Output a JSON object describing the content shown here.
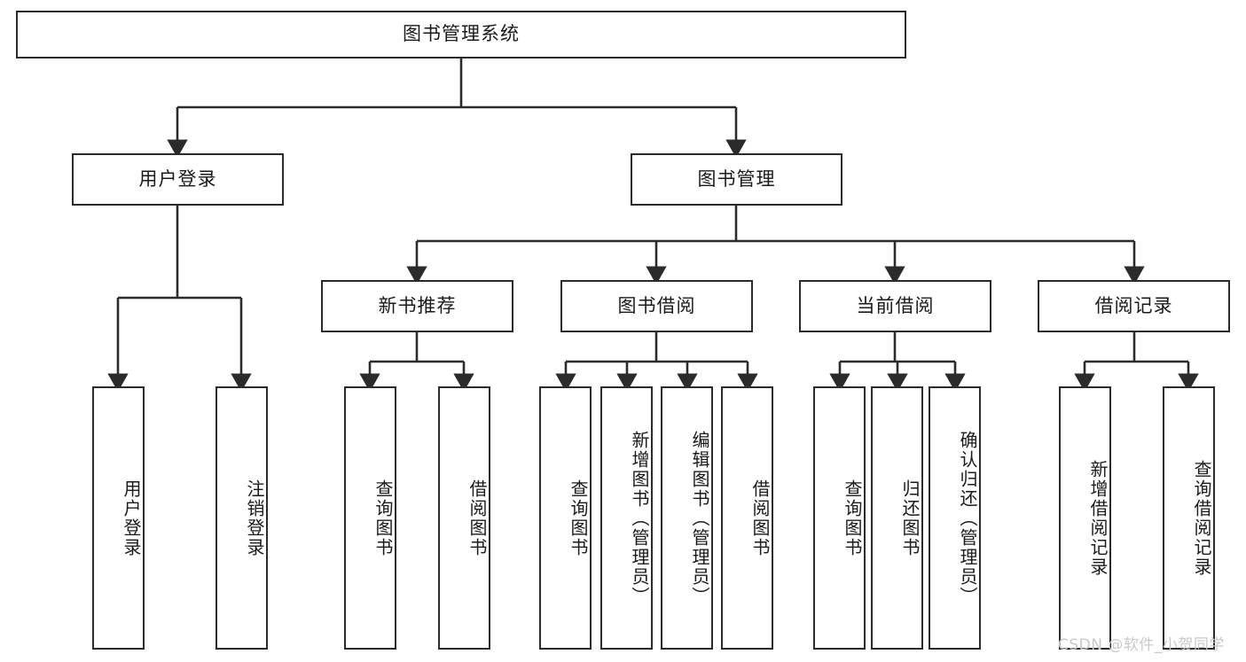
{
  "diagram": {
    "title": "图书管理系统",
    "watermark": "CSDN @软件_小贺同学",
    "line_color": "#2b2b2b",
    "box_fill": "#ffffff",
    "text_color": "#1a1a1a",
    "watermark_color": "#c9c9c9",
    "root": {
      "label": "图书管理系统"
    },
    "level2": [
      {
        "label": "用户登录"
      },
      {
        "label": "图书管理"
      }
    ],
    "level3": [
      {
        "label": "新书推荐"
      },
      {
        "label": "图书借阅"
      },
      {
        "label": "当前借阅"
      },
      {
        "label": "借阅记录"
      }
    ],
    "leaves": {
      "user_login": [
        {
          "label": "用户登录"
        },
        {
          "label": "注销登录"
        }
      ],
      "new_book_recommend": [
        {
          "label": "查询图书"
        },
        {
          "label": "借阅图书"
        }
      ],
      "book_borrow": [
        {
          "label": "查询图书"
        },
        {
          "label": "新增图书（管理员）"
        },
        {
          "label": "编辑图书（管理员）"
        },
        {
          "label": "借阅图书"
        }
      ],
      "current_borrow": [
        {
          "label": "查询图书"
        },
        {
          "label": "归还图书"
        },
        {
          "label": "确认归还（管理员）"
        }
      ],
      "borrow_record": [
        {
          "label": "新增借阅记录"
        },
        {
          "label": "查询借阅记录"
        }
      ]
    }
  }
}
